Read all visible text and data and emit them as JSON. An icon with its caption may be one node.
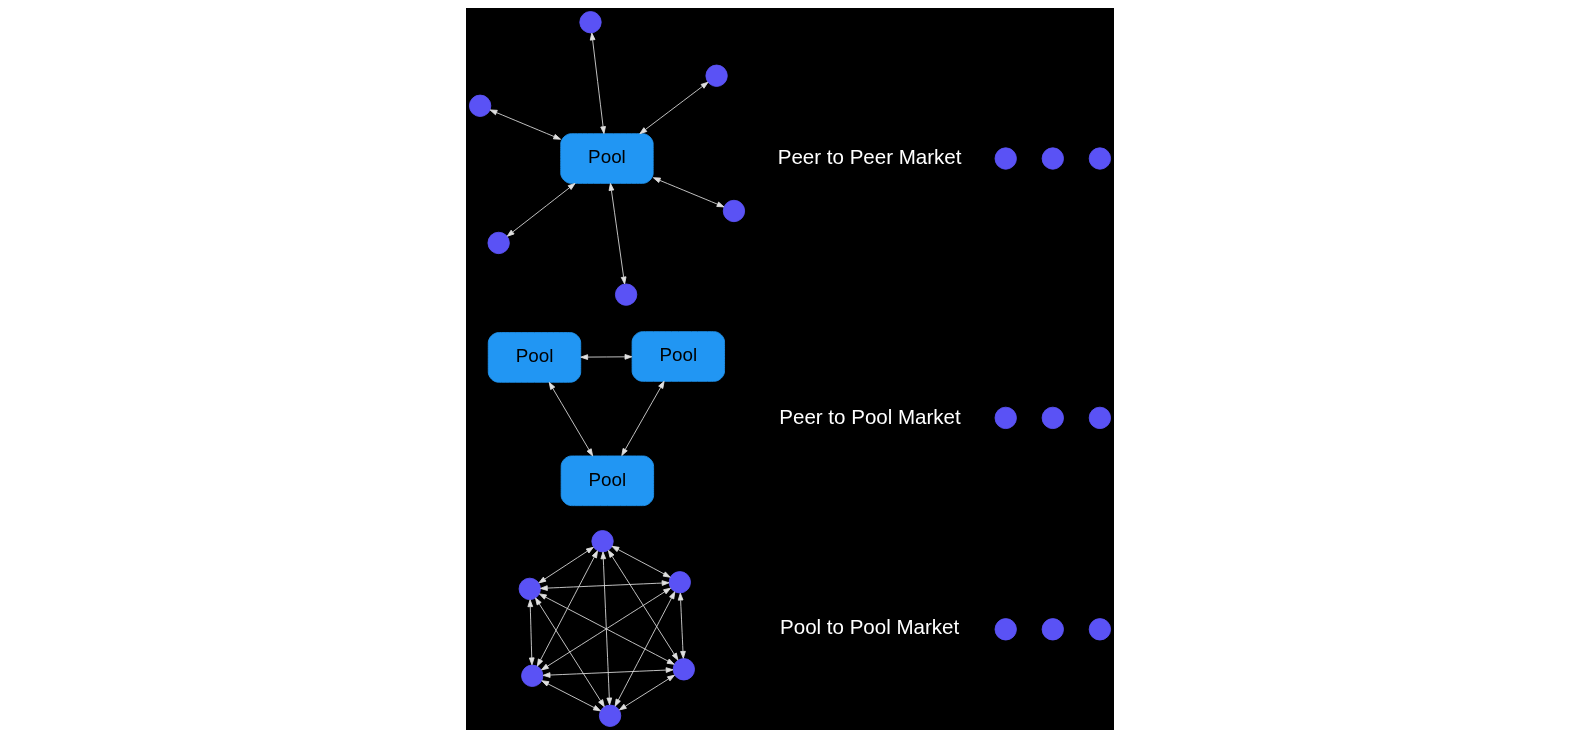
{
  "diagram": {
    "nodes": [
      {
        "text": [],
        "shape": "circle"
      },
      {
        "text": [],
        "shape": "circle"
      },
      {
        "text": [],
        "shape": "circle"
      },
      {
        "text": [
          "Pool"
        ]
      },
      {
        "text": [],
        "shape": "circle"
      },
      {
        "text": [],
        "shape": "circle"
      },
      {
        "text": [],
        "shape": "circle"
      },
      {
        "text": [],
        "shape": "circle"
      },
      {
        "text": [],
        "shape": "circle"
      },
      {
        "text": [],
        "shape": "circle"
      },
      {
        "text": [],
        "shape": "circle"
      },
      {
        "text": [],
        "shape": "circle"
      },
      {
        "text": [],
        "shape": "circle"
      },
      {
        "text": [],
        "shape": "circle"
      },
      {
        "text": [],
        "shape": "circle"
      },
      {
        "text": [],
        "shape": "circle"
      },
      {
        "text": [
          "Pool"
        ]
      },
      {
        "text": [
          "Pool"
        ]
      },
      {
        "text": [
          "Pool"
        ]
      },
      {
        "text": [],
        "shape": "circle"
      },
      {
        "text": [],
        "shape": "circle"
      },
      {
        "text": [],
        "shape": "circle"
      },
      {
        "text": [],
        "shape": "circle"
      },
      {
        "text": [],
        "shape": "circle"
      },
      {
        "text": [],
        "shape": "circle"
      }
    ],
    "edges": [
      {
        "from": 0,
        "to": 3,
        "arrow": "both"
      },
      {
        "from": 1,
        "to": 3,
        "arrow": "both"
      },
      {
        "from": 2,
        "to": 3,
        "arrow": "both"
      },
      {
        "from": 3,
        "to": 4,
        "arrow": "both"
      },
      {
        "from": 3,
        "to": 5,
        "arrow": "both"
      },
      {
        "from": 3,
        "to": 6,
        "arrow": "both"
      },
      {
        "from": 7,
        "to": 8,
        "arrow": "both"
      },
      {
        "from": 7,
        "to": 9,
        "arrow": "both"
      },
      {
        "from": 7,
        "to": 10,
        "arrow": "both"
      },
      {
        "from": 7,
        "to": 11,
        "arrow": "both"
      },
      {
        "from": 7,
        "to": 12,
        "arrow": "both"
      },
      {
        "from": 8,
        "to": 9,
        "arrow": "both"
      },
      {
        "from": 8,
        "to": 10,
        "arrow": "both"
      },
      {
        "from": 8,
        "to": 11,
        "arrow": "both"
      },
      {
        "from": 8,
        "to": 12,
        "arrow": "both"
      },
      {
        "from": 9,
        "to": 10,
        "arrow": "both"
      },
      {
        "from": 9,
        "to": 11,
        "arrow": "both"
      },
      {
        "from": 9,
        "to": 12,
        "arrow": "both"
      },
      {
        "from": 10,
        "to": 11,
        "arrow": "both"
      },
      {
        "from": 10,
        "to": 12,
        "arrow": "both"
      },
      {
        "from": 11,
        "to": 12,
        "arrow": "both"
      },
      {
        "from": 16,
        "to": 17,
        "arrow": "both"
      },
      {
        "from": 16,
        "to": 18,
        "arrow": "both"
      },
      {
        "from": 17,
        "to": 18,
        "arrow": "both"
      }
    ],
    "labels": [
      "Peer to Pool Market",
      "Peer to Peer Market",
      "Pool to Pool Market"
    ]
  }
}
